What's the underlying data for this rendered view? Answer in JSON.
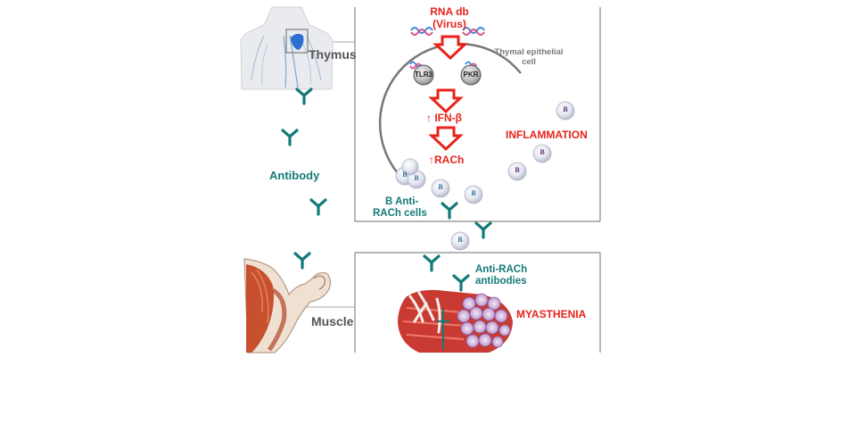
{
  "labels": {
    "rna_line1": "RNA db",
    "rna_line2": "(Virus)",
    "thymus": "Thymus",
    "thymal_line1": "Thymal epithelial",
    "thymal_line2": "cell",
    "tlr3": "TLR3",
    "pkr": "PKR",
    "ifn": "↑ IFN-β",
    "rach": "↑RACh",
    "inflammation": "INFLAMMATION",
    "antibody": "Antibody",
    "b_cells_line1": "B Anti-",
    "b_cells_line2": "RACh cells",
    "anti_rach_line1": "Anti-RACh",
    "anti_rach_line2": "antibodies",
    "myasthenia": "MYASTHENIA",
    "muscle": "Muscle",
    "b_cell_letter": "B"
  },
  "colors": {
    "red_text": "#e8231b",
    "teal": "#137a78",
    "frame": "#8a8a8a",
    "b_cell_blue": "#2a6f9e",
    "b_cell_purple": "#5a2a7a",
    "muscle": "#c8502e"
  }
}
